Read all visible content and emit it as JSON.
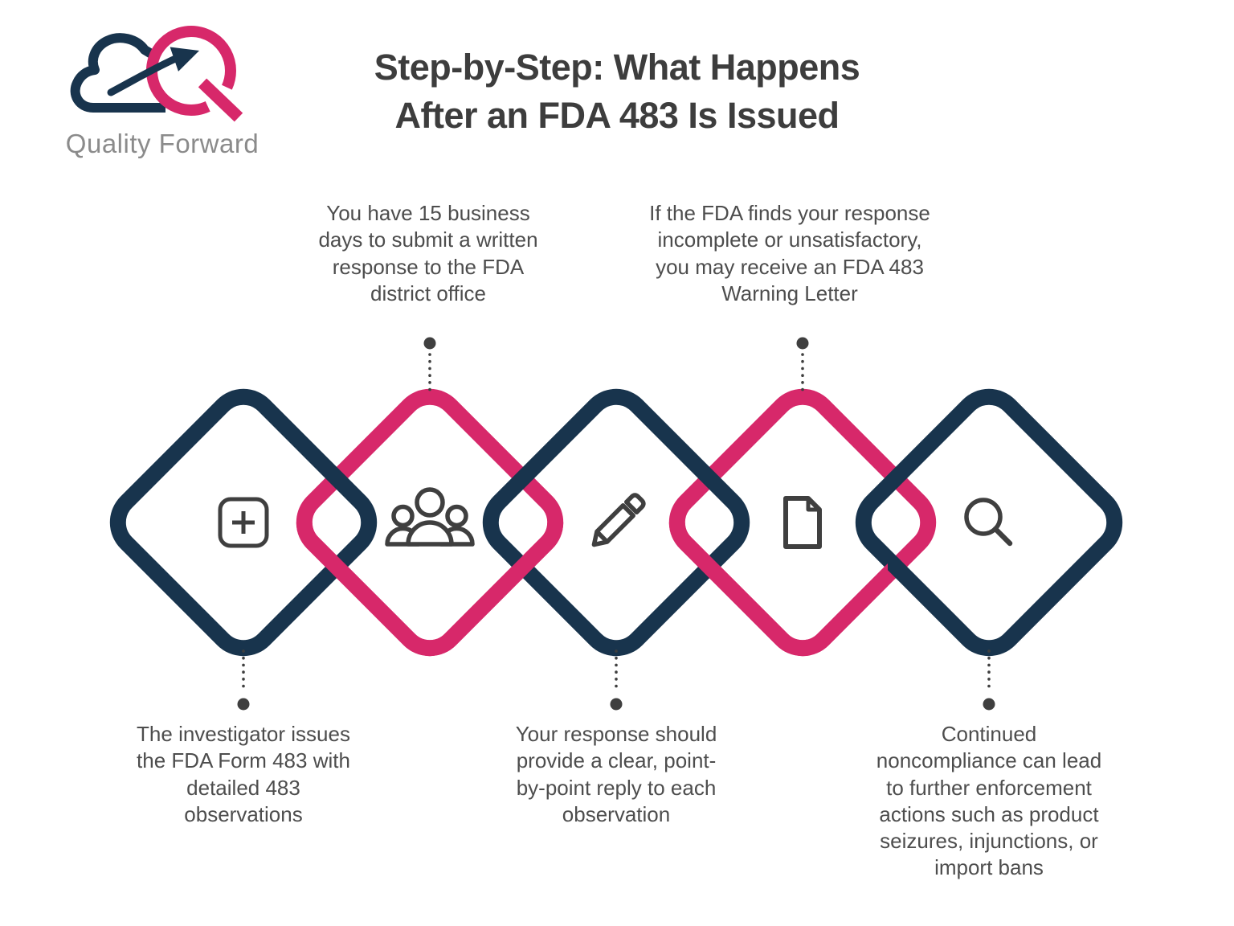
{
  "logo": {
    "brand": "Quality Forward"
  },
  "title": {
    "line1": "Step-by-Step: What Happens",
    "line2": "After an FDA 483 Is Issued"
  },
  "steps": [
    {
      "index": 1,
      "diamond_color": "navy",
      "icon": "plus-square-icon",
      "label_position": "bottom",
      "text": "The investigator issues\nthe FDA Form 483 with\ndetailed 483\nobservations"
    },
    {
      "index": 2,
      "diamond_color": "pink",
      "icon": "people-group-icon",
      "label_position": "top",
      "text": "You have 15 business\ndays to submit a written\nresponse to the FDA\ndistrict office"
    },
    {
      "index": 3,
      "diamond_color": "navy",
      "icon": "pencil-icon",
      "label_position": "bottom",
      "text": "Your response should\nprovide a clear, point-\nby-point reply to each\nobservation"
    },
    {
      "index": 4,
      "diamond_color": "pink",
      "icon": "document-icon",
      "label_position": "top",
      "text": "If the FDA finds your response\nincomplete or unsatisfactory,\nyou may receive an FDA 483\nWarning Letter"
    },
    {
      "index": 5,
      "diamond_color": "navy",
      "icon": "magnifier-icon",
      "label_position": "bottom",
      "text": "Continued\nnoncompliance can lead\nto further enforcement\nactions such as product\nseizures, injunctions, or\nimport bans"
    }
  ],
  "colors": {
    "navy": "#18344d",
    "pink": "#d7286a",
    "icon": "#3f3f3f",
    "dot": "#3f3f3f",
    "title": "#3d3d3d",
    "text": "#4d4d4d",
    "logo_text": "#8b8b8b"
  }
}
